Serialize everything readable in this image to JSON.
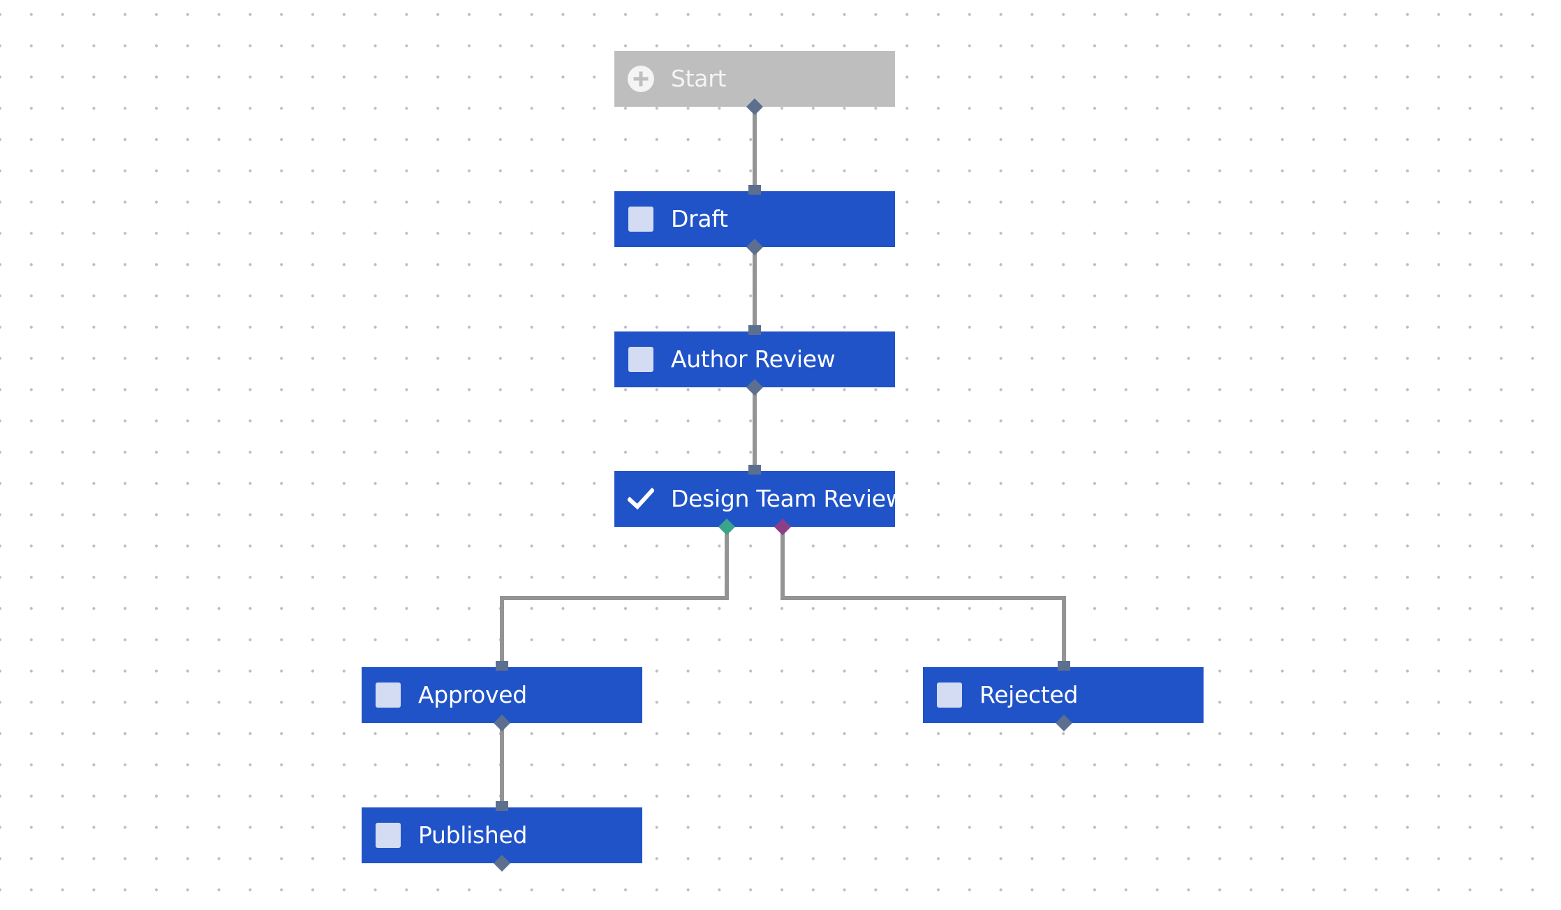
{
  "workflow": {
    "nodes": [
      {
        "id": "start",
        "label": "Start",
        "kind": "start",
        "icon": "plus-circle-icon",
        "done": false
      },
      {
        "id": "draft",
        "label": "Draft",
        "kind": "state",
        "icon": "checkbox-icon",
        "done": false
      },
      {
        "id": "author-review",
        "label": "Author Review",
        "kind": "state",
        "icon": "checkbox-icon",
        "done": false
      },
      {
        "id": "design-team-review",
        "label": "Design Team Review",
        "kind": "state",
        "icon": "checkmark-icon",
        "done": true
      },
      {
        "id": "approved",
        "label": "Approved",
        "kind": "state",
        "icon": "checkbox-icon",
        "done": false
      },
      {
        "id": "rejected",
        "label": "Rejected",
        "kind": "state",
        "icon": "checkbox-icon",
        "done": false
      },
      {
        "id": "published",
        "label": "Published",
        "kind": "state",
        "icon": "checkbox-icon",
        "done": false
      }
    ],
    "edges": [
      {
        "from": "start",
        "to": "draft"
      },
      {
        "from": "draft",
        "to": "author-review"
      },
      {
        "from": "author-review",
        "to": "design-team-review"
      },
      {
        "from": "design-team-review",
        "to": "approved",
        "outcome": "approve"
      },
      {
        "from": "design-team-review",
        "to": "rejected",
        "outcome": "reject"
      },
      {
        "from": "approved",
        "to": "published"
      }
    ]
  },
  "colors": {
    "canvas_background": "#ffffff",
    "grid_dot": "#bfbfbf",
    "state_node": "#2153c8",
    "start_node": "#bebebe",
    "connector": "#949494",
    "port": "#5c6f8f",
    "approve_port": "#3aa58a",
    "reject_port": "#8a3f86",
    "checkbox_fill": "#d3dcf3"
  }
}
